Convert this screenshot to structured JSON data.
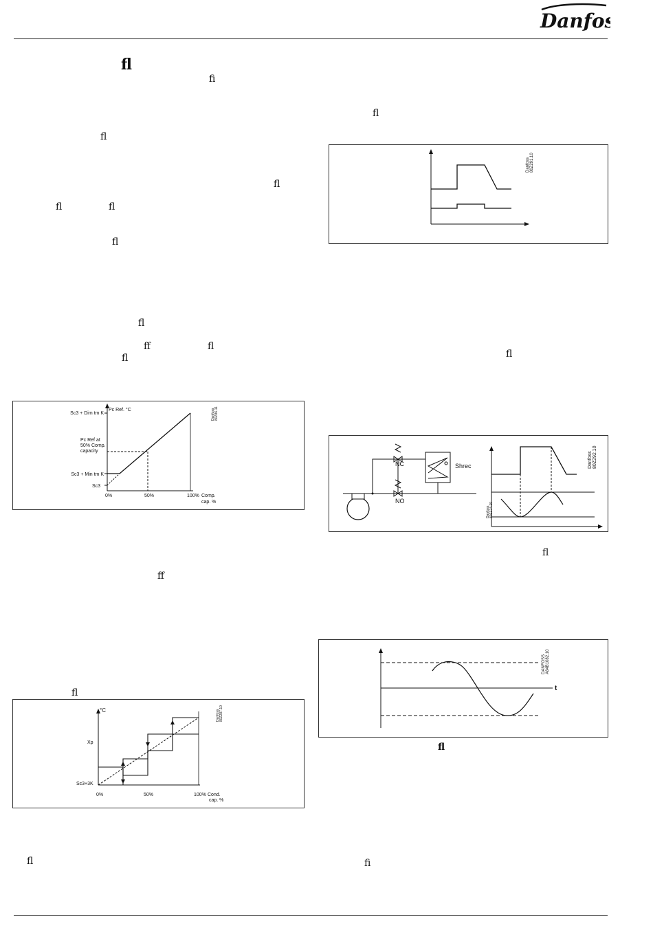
{
  "header": {
    "brand": "Danfoss"
  },
  "glyphs": {
    "heading_fl": "fl",
    "fi_1": "fi",
    "fl_1": "fl",
    "fl_2": "fl",
    "fl_3": "fl",
    "fl_4": "fl",
    "fl_5": "fl",
    "fl_6": "fl",
    "ff_1": "ff",
    "fl_7": "fl",
    "fl_8": "fl",
    "ff_2": "ff",
    "fl_9": "fl",
    "fl_10": "fl",
    "r_fl_1": "fl",
    "r_fl_2": "fl",
    "r_fl_3": "fl",
    "r_fl_bold": "fl",
    "r_fi": "fi"
  },
  "fig1": {
    "y_axis_label": "Pc Ref. °C",
    "y_top": "Sc3 + Dim tm K",
    "y_mid_1": "Pc Ref at",
    "y_mid_2": "50% Comp.",
    "y_mid_3": "capacity",
    "y_low": "Sc3 + Min tm K",
    "y_base": "Sc3",
    "x_0": "0%",
    "x_50": "50%",
    "x_100": "100%",
    "x_label_1": "Comp.",
    "x_label_2": "cap. %",
    "code_1": "Danfoss",
    "code_2": "80Z86.11"
  },
  "fig2": {
    "y_unit": "°C",
    "xp": "Xp",
    "base": "Sc3+3K",
    "x_0": "0%",
    "x_50": "50%",
    "x_100": "100%",
    "x_label_1": "Cond.",
    "x_label_2": "cap. %",
    "code_1": "Danfoss",
    "code_2": "80Z287.10"
  },
  "fig3": {
    "code_1": "Danfoss",
    "code_2": "80Z291.10"
  },
  "fig4": {
    "nc": "NC",
    "no": "NO",
    "shrec": "Shrec",
    "code_left_1": "Danfoss",
    "code_left_2": "80Z174.10",
    "code_right_1": "Danfoss",
    "code_right_2": "80Z292.10"
  },
  "fig5": {
    "t": "t",
    "code_1": "DANFOSS",
    "code_2": "A84B1082.10"
  }
}
